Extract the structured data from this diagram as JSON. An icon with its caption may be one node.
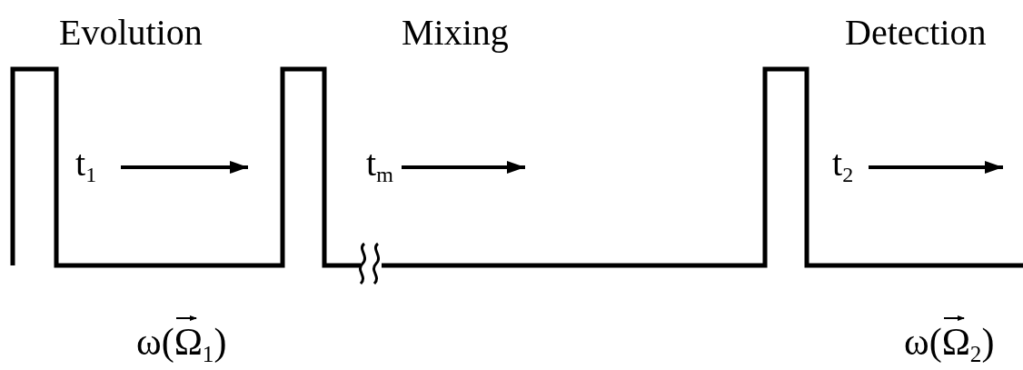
{
  "diagram": {
    "labels": [
      "Evolution",
      "Mixing",
      "Detection",
      "t$_{1}$",
      "t$_{m}$",
      "t$_{2}$",
      "ω(Ω$_{1}$)",
      "ω(Ω$_{2}$)"
    ]
  }
}
